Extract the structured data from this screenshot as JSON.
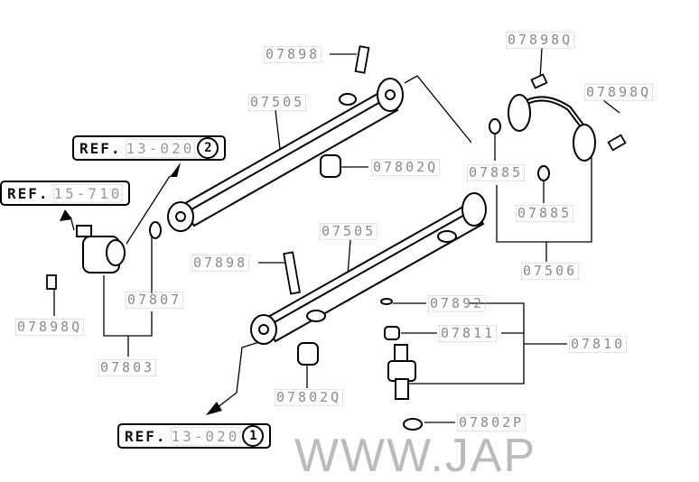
{
  "watermark": "WWW.JAP",
  "refs": [
    {
      "prefix": "REF.",
      "number": "13-020",
      "circle": "2"
    },
    {
      "prefix": "REF.",
      "number": "15-710"
    },
    {
      "prefix": "REF.",
      "number": "13-020",
      "circle": "1"
    }
  ],
  "labels": {
    "bolt_top": "07898",
    "rail_top": "07505",
    "bolt_q_top": "07898Q",
    "bolt_q_right": "07898Q",
    "insulator_top": "07802Q",
    "oring_left": "07885",
    "oring_right": "07885",
    "pipe": "07506",
    "rail_mid": "07505",
    "bolt_mid": "07898",
    "seal_o": "07892",
    "grommet": "07811",
    "injector": "07810",
    "oring_reg": "07807",
    "bolt_q_left": "07898Q",
    "regulator": "07803",
    "insulator_bottom": "07802Q",
    "seal_bottom": "07802P"
  }
}
